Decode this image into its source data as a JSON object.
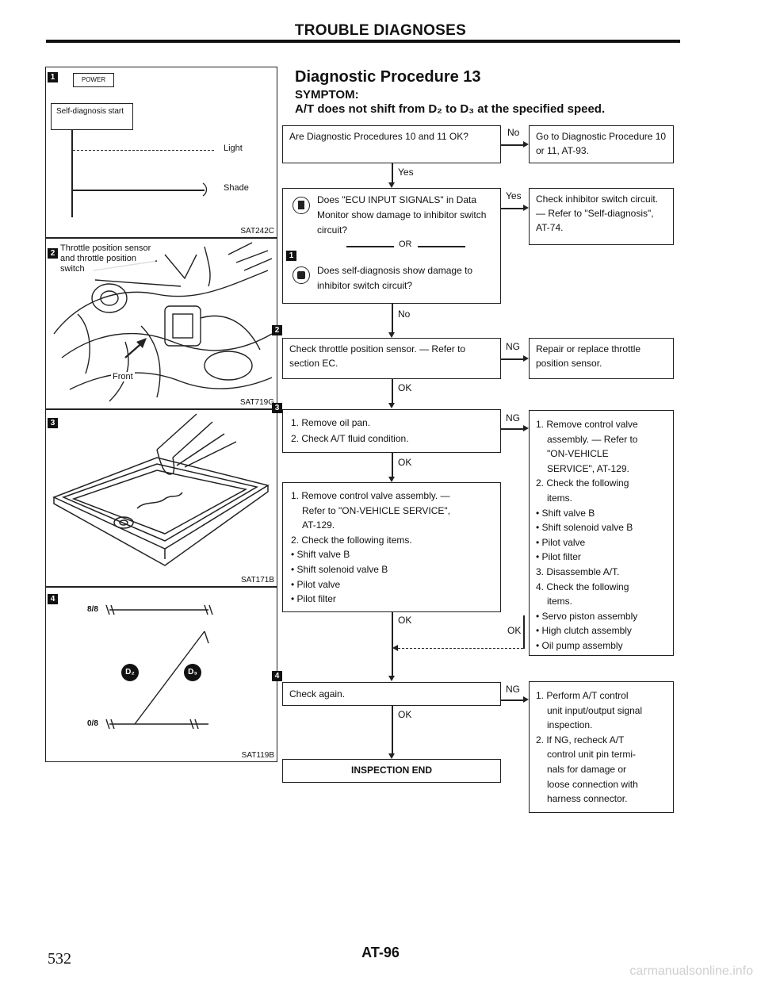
{
  "header": {
    "title": "TROUBLE DIAGNOSES"
  },
  "procedure": {
    "title": "Diagnostic Procedure 13",
    "symptom_label": "SYMPTOM:",
    "symptom_text": "A/T does not shift from D₂ to D₃ at the specified speed."
  },
  "figures": {
    "fig1": {
      "badge": "1",
      "power": "POWER",
      "selfdiag": "Self-diagnosis start",
      "light": "Light",
      "shade": "Shade",
      "code": "SAT242C"
    },
    "fig2": {
      "badge": "2",
      "callout": "Throttle position sensor and throttle position switch",
      "front": "Front",
      "code": "SAT719G"
    },
    "fig3": {
      "badge": "3",
      "code": "SAT171B"
    },
    "fig4": {
      "badge": "4",
      "top_label": "8/8",
      "bottom_label": "0/8",
      "d2": "D₂",
      "d3": "D₃",
      "code": "SAT119B"
    }
  },
  "flow": {
    "q1": "Are Diagnostic Procedures 10 and 11 OK?",
    "q1_no": "No",
    "q1_no_action": "Go to Diagnostic Procedure 10 or 11, AT-93.",
    "q1_yes": "Yes",
    "q2a": "Does \"ECU INPUT SIGNALS\" in Data Monitor show damage to inhibitor switch circuit?",
    "q2_or": "OR",
    "q2b": "Does self-diagnosis show damage to inhibitor switch circuit?",
    "q2_yes": "Yes",
    "q2_yes_action": "Check inhibitor switch circuit. — Refer to \"Self-diagnosis\", AT-74.",
    "q2_no": "No",
    "badge2": "2",
    "q3": "Check throttle position sensor. — Refer to section EC.",
    "q3_ng": "NG",
    "q3_ng_action": "Repair or replace throttle position sensor.",
    "q3_ok": "OK",
    "badge3": "3",
    "q4_lines": [
      "1. Remove oil pan.",
      "2. Check A/T fluid condition."
    ],
    "q4_ng": "NG",
    "q4_ok": "OK",
    "ng_action_lines": [
      "1. Remove control valve",
      "assembly. — Refer to",
      "\"ON-VEHICLE",
      "SERVICE\", AT-129.",
      "2. Check the following",
      "items.",
      "• Shift valve B",
      "• Shift solenoid valve B",
      "• Pilot valve",
      "• Pilot filter",
      "3. Disassemble A/T.",
      "4. Check the following",
      "items.",
      "• Servo piston assembly",
      "• High clutch assembly",
      "• Oil pump assembly"
    ],
    "q5_lines": [
      "1. Remove control valve assembly. —",
      "Refer to \"ON-VEHICLE SERVICE\",",
      "AT-129.",
      "2. Check the following items.",
      "• Shift valve B",
      "• Shift solenoid valve B",
      "• Pilot valve",
      "• Pilot filter"
    ],
    "q5_ok": "OK",
    "right_ok": "OK",
    "badge4": "4",
    "q6": "Check again.",
    "q6_ng": "NG",
    "q6_ng_lines": [
      "1. Perform A/T control",
      "unit input/output signal",
      "inspection.",
      "2. If NG, recheck A/T",
      "control unit pin termi-",
      "nals for damage or",
      "loose connection with",
      "harness connector."
    ],
    "q6_ok": "OK",
    "end": "INSPECTION END"
  },
  "footer": {
    "left_num": "532",
    "page": "AT-96",
    "watermark": "carmanualsonline.info"
  }
}
